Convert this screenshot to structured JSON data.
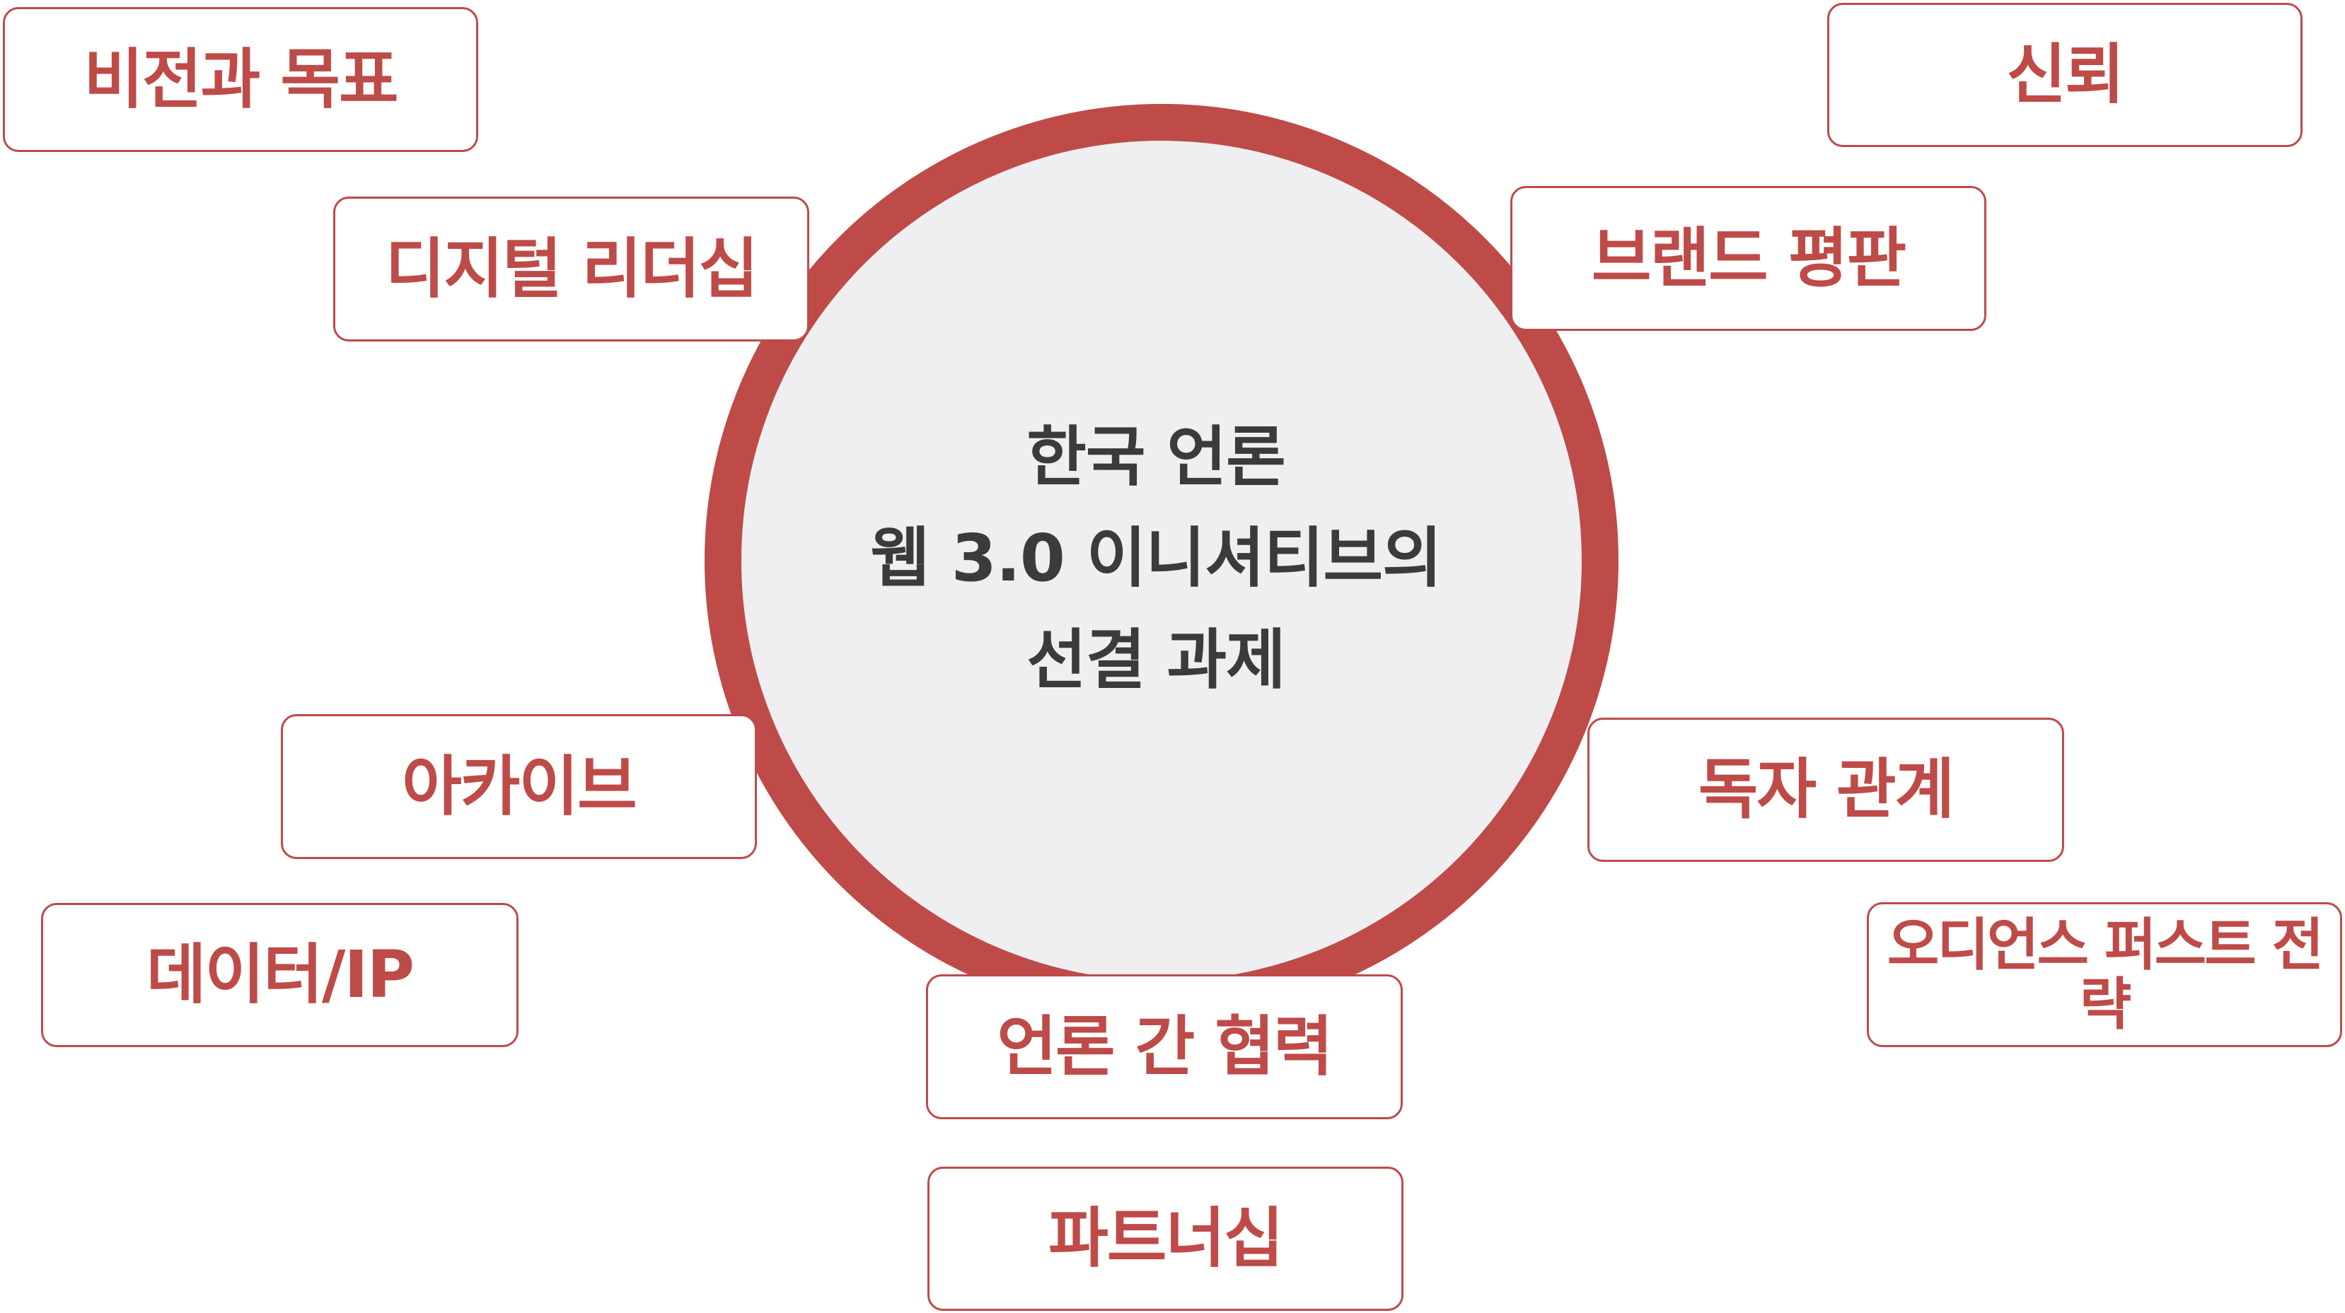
{
  "center": {
    "line1": "한국 언론",
    "line2": "웹 3.0 이니셔티브의",
    "line3": "선결 과제",
    "fill": "#efeff1",
    "stroke": "#be4b48",
    "text_color": "#3b3b3b"
  },
  "nodes": {
    "vision_goal": "비전과 목표",
    "digital_leadership": "디지털 리더십",
    "trust": "신뢰",
    "brand_reputation": "브랜드 평판",
    "archive": "아카이브",
    "data_ip": "데이터/IP",
    "reader_relations": "독자 관계",
    "audience_first_strategy": "오디언스 퍼스트 전략",
    "media_cooperation": "언론 간 협력",
    "partnership": "파트너십"
  },
  "colors": {
    "accent": "#be4b48",
    "box_background": "#ffffff"
  }
}
